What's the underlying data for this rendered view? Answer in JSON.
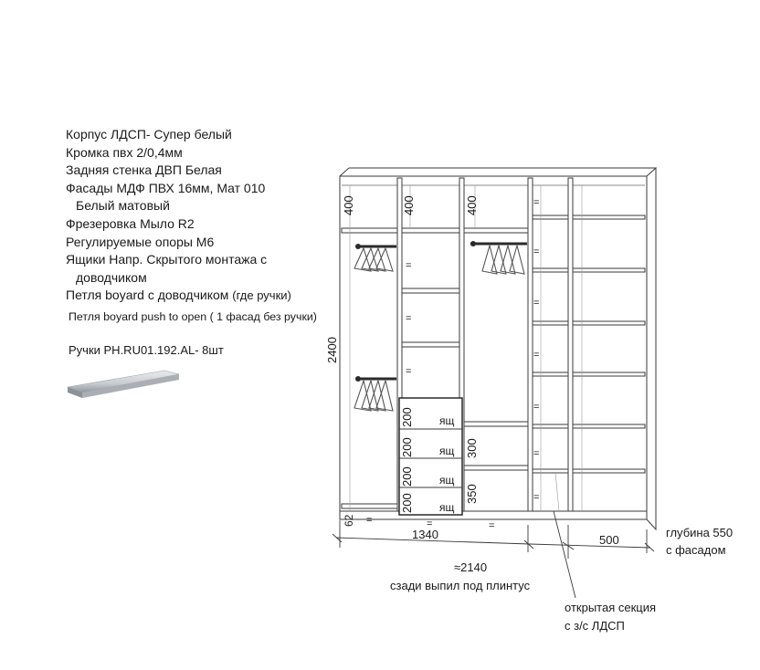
{
  "specs": {
    "lines": [
      "Корпус ЛДСП- Супер белый",
      "Кромка пвх 2/0,4мм",
      "Задняя стенка ДВП Белая",
      "Фасады МДФ ПВХ 16мм, Мат 010",
      "Белый матовый",
      "Фрезеровка Мыло R2",
      "Регулируемые опоры М6",
      "Ящики Напр. Скрытого монтажа с",
      "доводчиком",
      "Петля boyard  с доводчиком",
      "(где ручки)"
    ],
    "hinge_push": "Петля boyard push to open ( 1 фасад без ручки)",
    "handles": "Ручки PH.RU01.192.AL-  8шт"
  },
  "dimensions": {
    "height_total": "2400",
    "width_main": "1340",
    "width_right": "500",
    "width_total": "≈2140",
    "plinth_height": "62",
    "shelf_400_a": "400",
    "shelf_400_b": "400",
    "shelf_400_c": "400",
    "drawer_200_a": "200",
    "drawer_200_b": "200",
    "drawer_200_c": "200",
    "drawer_200_d": "200",
    "drawer_300": "300",
    "drawer_350": "350"
  },
  "labels": {
    "equal_mark": "=",
    "drawer_mark": "ящ",
    "depth_line1": "глубина 550",
    "depth_line2": "с фасадом",
    "plinth_note": "сзади выпил под плинтус",
    "open_section_line1": "открытая секция",
    "open_section_line2": "с з/с ЛДСП"
  },
  "colors": {
    "line": "#3a3a3a",
    "panel_edge": "#7a7a7a",
    "rod": "#2a2a2a",
    "handle": "#c8ccd0"
  }
}
